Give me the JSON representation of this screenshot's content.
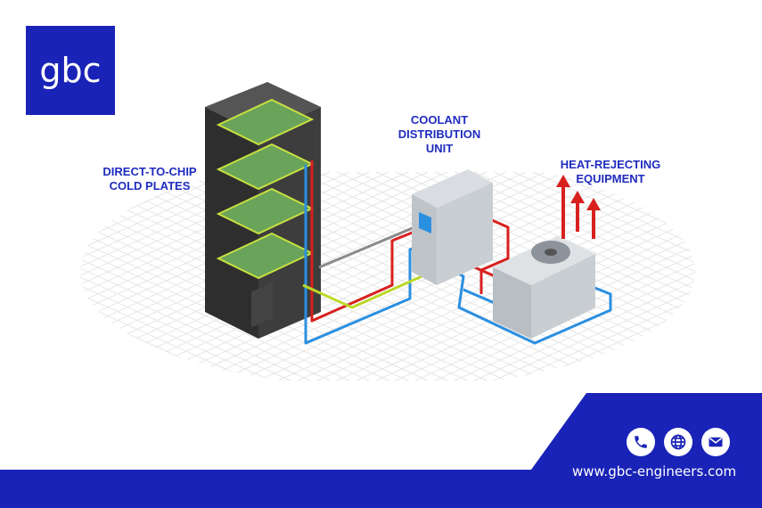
{
  "brand": {
    "logo_text": "gbc",
    "color": "#1a23b7"
  },
  "labels": {
    "cold_plates": [
      "DIRECT-TO-CHIP",
      "COLD PLATES"
    ],
    "cdu": [
      "COOLANT",
      "DISTRIBUTION",
      "UNIT"
    ],
    "heat_rejection": [
      "HEAT-REJECTING",
      "EQUIPMENT"
    ]
  },
  "colors": {
    "hot": "#d8201f",
    "cold": "#2b8fe0",
    "loop": "#bcd828",
    "label": "#1f2bbf"
  },
  "contact": {
    "icons": [
      "phone-icon",
      "globe-icon",
      "mail-icon"
    ],
    "website": "www.gbc-engineers.com"
  }
}
